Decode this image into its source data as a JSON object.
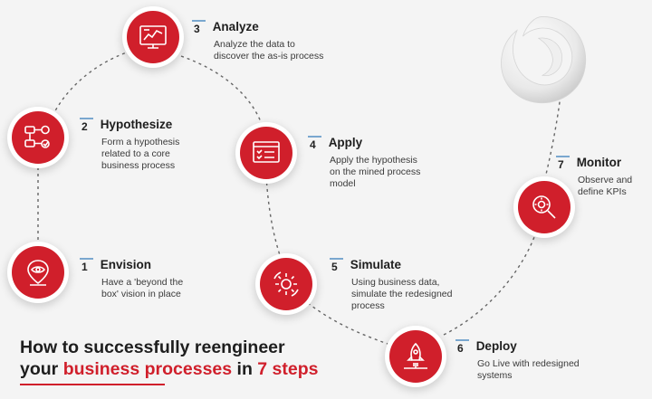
{
  "headline": {
    "line1": "How to successfully reengineer",
    "line2_prefix": "your ",
    "line2_highlight": "business processes",
    "line2_middle": " in ",
    "line2_highlight2": "7 steps"
  },
  "steps": [
    {
      "number": "1",
      "title": "Envision",
      "description": "Have a 'beyond the\nbox' vision in place",
      "icon": "eye-location-pin-icon"
    },
    {
      "number": "2",
      "title": "Hypothesize",
      "description": "Form a hypothesis\nrelated to a core\nbusiness process",
      "icon": "flowchart-icon"
    },
    {
      "number": "3",
      "title": "Analyze",
      "description": "Analyze the data to\ndiscover the as-is process",
      "icon": "analytics-dashboard-icon"
    },
    {
      "number": "4",
      "title": "Apply",
      "description": "Apply the hypothesis\non the mined process\nmodel",
      "icon": "process-window-icon"
    },
    {
      "number": "5",
      "title": "Simulate",
      "description": "Using business data,\nsimulate the redesigned\nprocess",
      "icon": "simulation-gear-icon"
    },
    {
      "number": "6",
      "title": "Deploy",
      "description": "Go Live with redesigned\nsystems",
      "icon": "rocket-launch-icon"
    },
    {
      "number": "7",
      "title": "Monitor",
      "description": "Observe and\ndefine KPIs",
      "icon": "magnifier-gear-icon"
    }
  ],
  "colors": {
    "accent": "#d01f2b",
    "number_rule": "#7aa7cf",
    "background": "#f4f4f4"
  },
  "logo_icon": "swirl-logo-icon"
}
